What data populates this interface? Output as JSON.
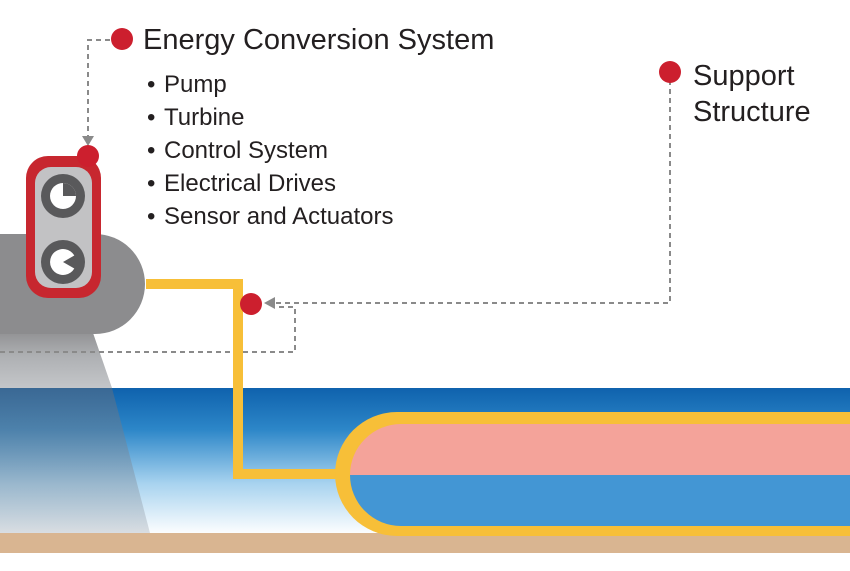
{
  "energy_conversion_system": {
    "title": "Energy Conversion System",
    "items": [
      "Pump",
      "Turbine",
      "Control System",
      "Electrical Drives",
      "Sensor and Actuators"
    ]
  },
  "support_structure": {
    "label": "Support Structure"
  },
  "colors": {
    "marker_red": "#cc1f2e",
    "pipe_yellow": "#f7bf38",
    "structure_gray": "#8c8c8e",
    "ocean_blue": "#1a72b8",
    "seabed": "#d9b591",
    "tank_pink": "#f4a39a",
    "tank_blue": "#4396d4",
    "leader_line": "#8a8a8a"
  }
}
